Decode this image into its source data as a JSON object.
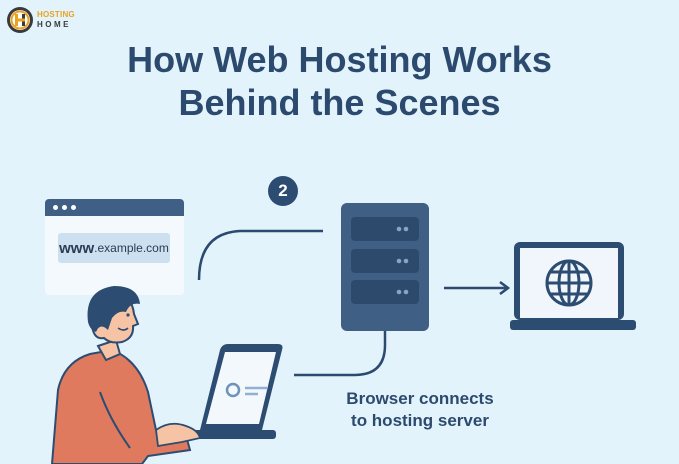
{
  "brand": {
    "logo_line1": "HOSTING",
    "logo_line2": "HOME",
    "logo_icon": "h-gear-icon"
  },
  "header": {
    "title_line1": "How Web Hosting Works",
    "title_line2": "Behind the Scenes"
  },
  "browser_window": {
    "url_prefix": "www",
    "url_domain": ".example.com"
  },
  "diagram": {
    "step_number": "2",
    "caption_line1": "Browser connects",
    "caption_line2": "to hosting server",
    "nodes": [
      "user-laptop",
      "browser-window",
      "hosting-server",
      "visitor-laptop-globe"
    ]
  },
  "colors": {
    "background": "#e3f3fc",
    "primary": "#2c4a6e",
    "server": "#3f5f85",
    "shirt": "#e07a5f",
    "skin": "#f6c4a4",
    "logo_accent": "#e8a320"
  }
}
